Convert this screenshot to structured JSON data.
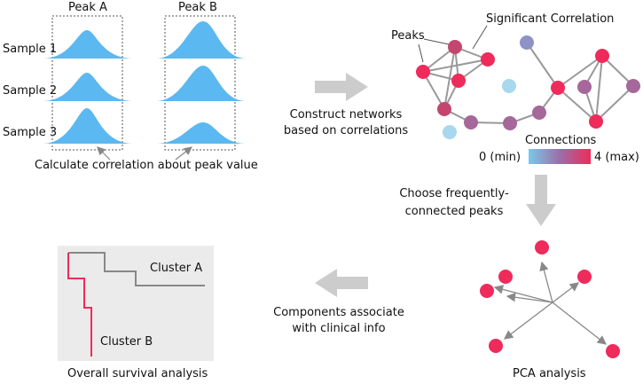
{
  "peaks_panel": {
    "col_a": "Peak A",
    "col_b": "Peak B",
    "samples": [
      "Sample 1",
      "Sample 2",
      "Sample 3"
    ],
    "caption": "Calculate correlation about peak value"
  },
  "step1": {
    "line1": "Construct networks",
    "line2": "based on correlations"
  },
  "network": {
    "peaks_label": "Peaks",
    "corr_label": "Significant Correlation",
    "legend_title": "Connections",
    "legend_min": "0 (min)",
    "legend_max": "4 (max)"
  },
  "step2": {
    "line1": "Choose frequently-",
    "line2": "connected peaks"
  },
  "pca": {
    "caption": "PCA analysis"
  },
  "step3": {
    "line1": "Components associate",
    "line2": "with clinical info"
  },
  "survival": {
    "cluster_a": "Cluster A",
    "cluster_b": "Cluster B",
    "caption": "Overall survival analysis"
  },
  "colors": {
    "peak_fill": "#5bb8f0",
    "arrow_gray": "#cccccc",
    "node_max": "#ee2b5a",
    "node_mid": "#b0557f",
    "node_min": "#a8d8ee",
    "edge": "#999999",
    "cluster_a_line": "#888888",
    "cluster_b_line": "#ee2b5a",
    "survival_bg": "#ebebeb"
  }
}
